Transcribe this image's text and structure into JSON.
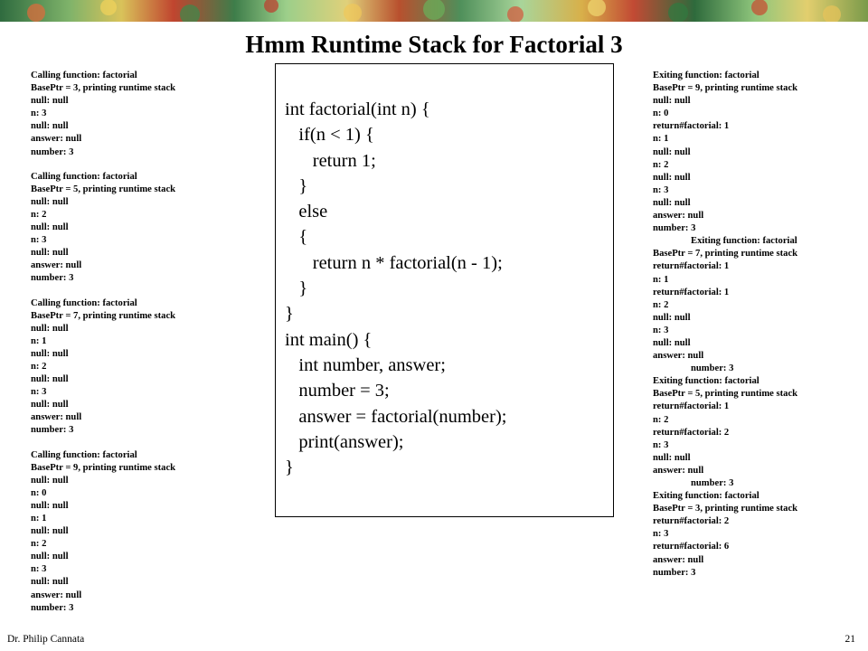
{
  "title": "Hmm Runtime Stack for Factorial 3",
  "banner": {
    "type": "stained-glass-floral"
  },
  "left_blocks": [
    [
      "Calling function: factorial",
      "BasePtr = 3, printing runtime stack",
      "null: null",
      "n: 3",
      "null: null",
      "answer: null",
      "number: 3"
    ],
    [
      "Calling function: factorial",
      "BasePtr = 5, printing runtime stack",
      "null: null",
      "n: 2",
      "null: null",
      "n: 3",
      "null: null",
      "answer: null",
      "number: 3"
    ],
    [
      "Calling function: factorial",
      "BasePtr = 7, printing runtime stack",
      "null: null",
      "n: 1",
      "null: null",
      "n: 2",
      "null: null",
      "n: 3",
      "null: null",
      "answer: null",
      "number: 3"
    ],
    [
      "Calling function: factorial",
      "BasePtr = 9, printing runtime stack",
      "null: null",
      "n: 0",
      "null: null",
      "n: 1",
      "null: null",
      "n: 2",
      "null: null",
      "n: 3",
      "null: null",
      "answer: null",
      "number: 3"
    ]
  ],
  "right_lines": [
    "Exiting function: factorial",
    "BasePtr = 9, printing runtime stack",
    "null: null",
    "n: 0",
    "return#factorial: 1",
    "n: 1",
    "null: null",
    "n: 2",
    "null: null",
    "n: 3",
    "null: null",
    "answer: null",
    "number: 3",
    "Exiting function: factorial",
    "BasePtr = 7, printing runtime stack",
    "return#factorial: 1",
    "n: 1",
    "return#factorial: 1",
    "n: 2",
    "null: null",
    "n: 3",
    "null: null",
    "answer: null",
    "number: 3",
    "Exiting function: factorial",
    "BasePtr = 5, printing runtime stack",
    "return#factorial: 1",
    "n: 2",
    "return#factorial: 2",
    "n: 3",
    "null: null",
    "answer: null",
    "number: 3",
    "Exiting function: factorial",
    "BasePtr = 3, printing runtime stack",
    "return#factorial: 2",
    "n: 3",
    "return#factorial: 6",
    "answer: null",
    "number: 3"
  ],
  "right_indented": [
    13,
    23,
    32
  ],
  "code_lines": [
    "int factorial(int n) {",
    "   if(n < 1) {",
    "      return 1;",
    "   }",
    "   else",
    "   {",
    "      return n * factorial(n - 1);",
    "   }",
    "}",
    "int main() {",
    "   int number, answer;",
    "   number = 3;",
    "   answer = factorial(number);",
    "   print(answer);",
    "}"
  ],
  "footer": {
    "author": "Dr. Philip Cannata",
    "page": "21"
  }
}
